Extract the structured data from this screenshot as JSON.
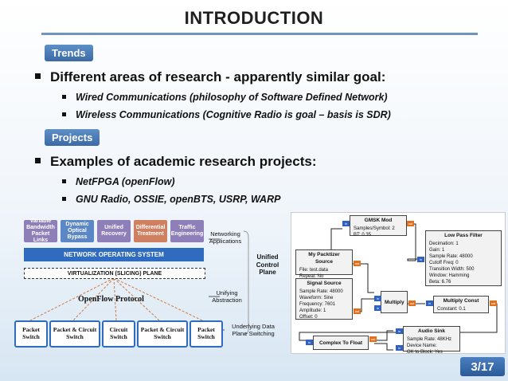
{
  "title": "INTRODUCTION",
  "sections": [
    {
      "tag": "Trends",
      "bullet": "Different areas of research - apparently similar goal:",
      "items": [
        "Wired Communications (philosophy of Software Defined Network)",
        "Wireless Communications (Cognitive Radio is goal – basis is SDR)"
      ]
    },
    {
      "tag": "Projects",
      "bullet": "Examples of academic research projects:",
      "items": [
        "NetFPGA (openFlow)",
        "GNU Radio, OSSIE, openBTS, USRP, WARP"
      ]
    }
  ],
  "sdn_diagram": {
    "apps": [
      "Variable Bandwidth Packet Links",
      "Dynamic Optical Bypass",
      "Unified Recovery",
      "Differential Treatment",
      "Traffic Engineering"
    ],
    "nos": "NETWORK OPERATING SYSTEM",
    "virtualization": "VIRTUALIZATION (SLICING) PLANE",
    "protocol": "OpenFlow Protocol",
    "switches": [
      "Packet Switch",
      "Packet & Circuit Switch",
      "Circuit Switch",
      "Packet & Circuit Switch",
      "Packet Switch"
    ],
    "side_labels": {
      "networking": "Networking Applications",
      "unifying": "Unifying Abstraction",
      "underlying": "Underlying Data Plane Switching",
      "control": "Unified Control Plane"
    }
  },
  "gnuradio_diagram": {
    "blocks": {
      "gmsk": {
        "title": "GMSK Mod",
        "lines": [
          "Samples/Symbol: 2",
          "BT: 0.35"
        ]
      },
      "packetizer": {
        "title": "My Packtizer Source",
        "lines": [
          "File: test.data",
          "Repeat: No"
        ]
      },
      "lpf": {
        "title": "Low Pass Filter",
        "lines": [
          "Decimation: 1",
          "Gain: 1",
          "Sample Rate: 48000",
          "Cutoff Freq: 0",
          "Transition Width: 500",
          "Window: Hamming",
          "Beta: 6.76"
        ]
      },
      "signal": {
        "title": "Signal Source",
        "lines": [
          "Sample Rate: 48000",
          "Waveform: Sine",
          "Frequency: 7601",
          "Amplitude: 1",
          "Offset: 0"
        ]
      },
      "multiply": {
        "title": "Multiply"
      },
      "multconst": {
        "title": "Multiply Const",
        "lines": [
          "Constant: 0.1"
        ]
      },
      "c2f": {
        "title": "Complex To Float"
      },
      "audio": {
        "title": "Audio Sink",
        "lines": [
          "Sample Rate: 48KHz",
          "Device Name:",
          "OK to Block: Yes"
        ]
      }
    },
    "port_in": "in",
    "port_out": "out"
  },
  "page_number": "3/17",
  "colors": {
    "accent": "#3b6aa6",
    "nos": "#2f6bbf"
  }
}
